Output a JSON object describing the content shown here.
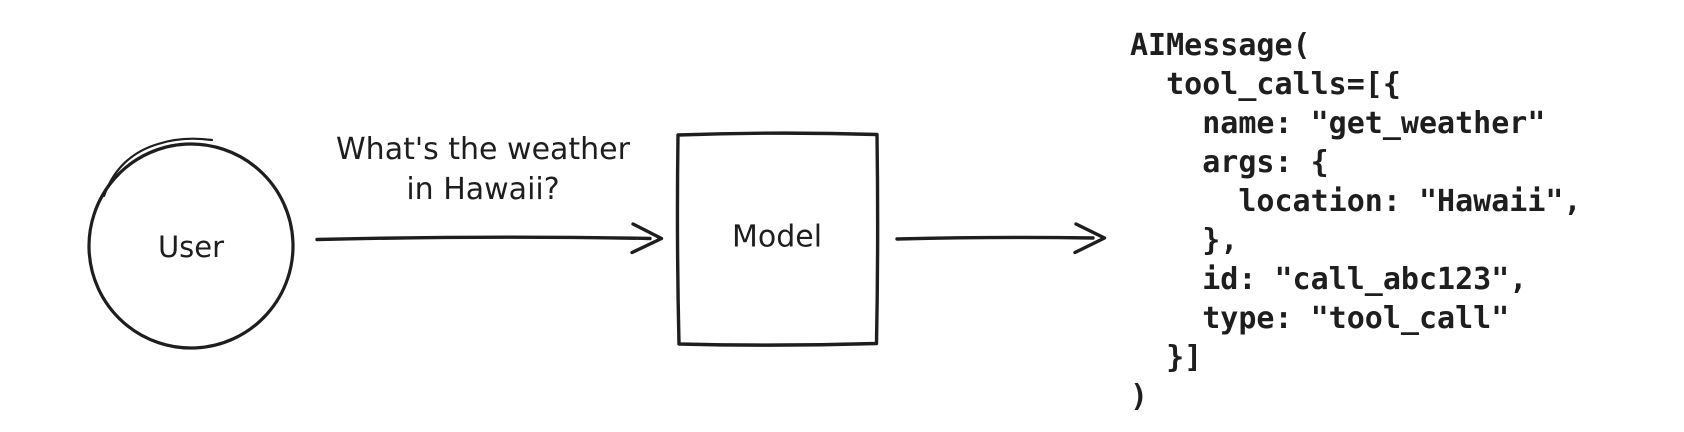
{
  "diagram": {
    "colors": {
      "stroke": "#1e1e1e",
      "background": "#ffffff"
    },
    "user_node": {
      "label": "User"
    },
    "model_node": {
      "label": "Model"
    },
    "request_arrow": {
      "label_line1": "What's the weather",
      "label_line2": "in Hawaii?"
    },
    "output_arrow": {},
    "model_output": {
      "code": "AIMessage(\n  tool_calls=[{\n    name: \"get_weather\"\n    args: {\n      location: \"Hawaii\",\n    },\n    id: \"call_abc123\",\n    type: \"tool_call\"\n  }]\n)"
    }
  }
}
